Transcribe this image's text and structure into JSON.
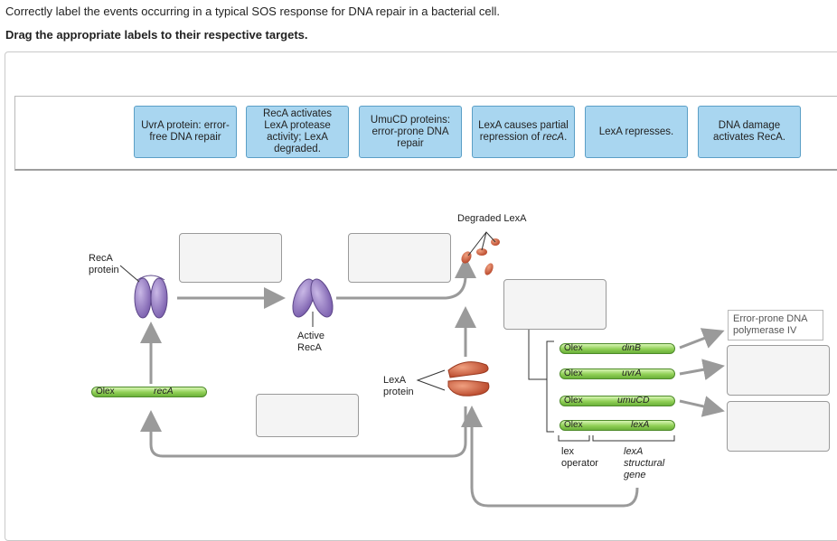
{
  "instructions": {
    "line1": "Correctly label the events occurring in a typical SOS response for DNA repair in a bacterial cell.",
    "line2": "Drag the appropriate labels to their respective targets."
  },
  "labels": [
    "UvrA protein: error-free DNA repair",
    "RecA activates LexA protease activity; LexA degraded.",
    "UmuCD proteins: error-prone DNA repair",
    "LexA causes partial repression of recA.",
    "LexA represses.",
    "DNA damage activates RecA."
  ],
  "diagram": {
    "reca_protein": "RecA\nprotein",
    "active_reca": "Active\nRecA",
    "lexa_protein": "LexA\nprotein",
    "degraded_lexa": "Degraded LexA",
    "error_prone": "Error-prone DNA polymerase IV",
    "operator": "O",
    "operator_sub": "lex",
    "gene_reca": "recA",
    "gene_dinb": "dinB",
    "gene_uvra": "uvrA",
    "gene_umucd": "umuCD",
    "gene_lexa": "lexA",
    "lex_operator": "lex\noperator",
    "lexa_struct": "lexA\nstructural\ngene"
  },
  "colors": {
    "label_fill": "#a9d6f0",
    "label_border": "#5b9fc6",
    "gene_green": "#8fcf55",
    "reca_purple": "#9b82c4",
    "lexa_orange": "#d8734f",
    "arrow_gray": "#9a9a9a"
  }
}
